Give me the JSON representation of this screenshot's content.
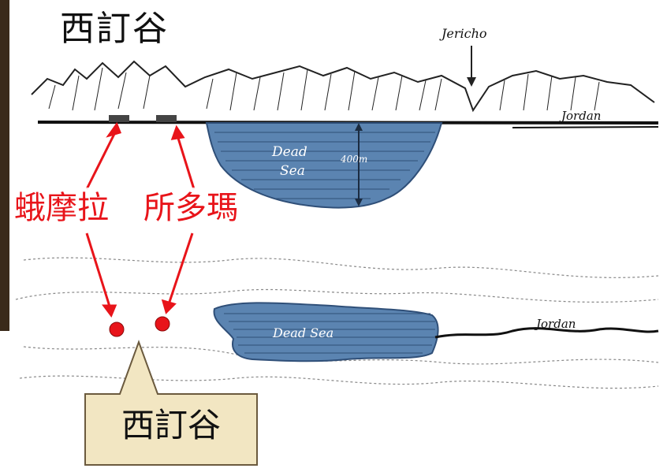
{
  "title": "西訂谷",
  "labels": {
    "gomorrah": "蛾摩拉",
    "sodom": "所多瑪",
    "callout": "西訂谷"
  },
  "profile": {
    "jericho": "Jericho",
    "jordan": "Jordan",
    "dead_sea_line1": "Dead",
    "dead_sea_line2": "Sea",
    "depth": "400m"
  },
  "map": {
    "dead_sea": "Dead Sea",
    "jordan": "Jordan"
  },
  "colors": {
    "water": "#5b84b1",
    "water_line": "#2f4f78",
    "marker": "#e8141a",
    "callout_fill": "#f2e6c2",
    "callout_stroke": "#6b5a3e",
    "border_wood": "#3a2a1a"
  }
}
